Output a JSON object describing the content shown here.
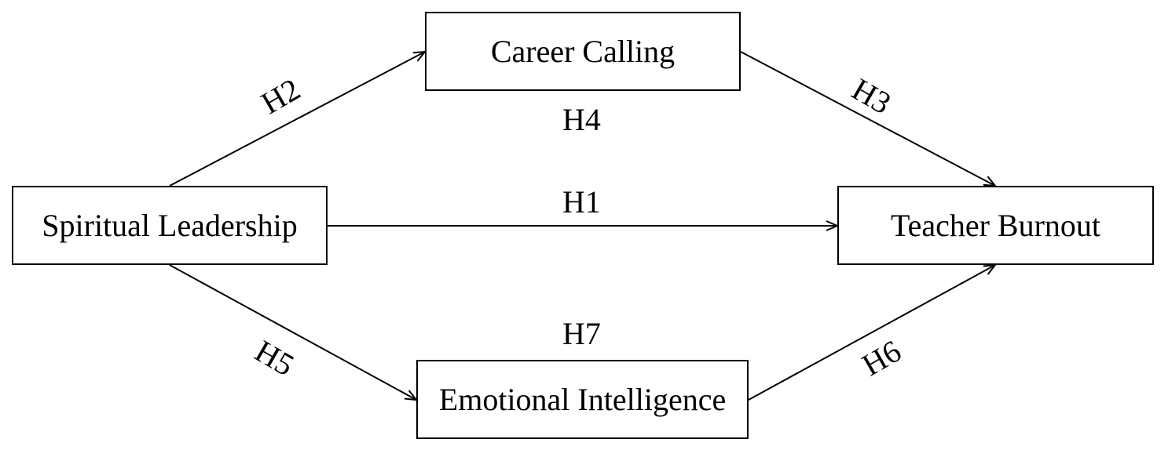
{
  "nodes": {
    "career_calling": "Career Calling",
    "spiritual_leadership": "Spiritual Leadership",
    "teacher_burnout": "Teacher Burnout",
    "emotional_intelligence": "Emotional Intelligence"
  },
  "hypotheses": {
    "h1": "H1",
    "h2": "H2",
    "h3": "H3",
    "h4": "H4",
    "h5": "H5",
    "h6": "H6",
    "h7": "H7"
  },
  "edges": [
    {
      "from": "spiritual_leadership",
      "to": "teacher_burnout",
      "label": "H1"
    },
    {
      "from": "spiritual_leadership",
      "to": "career_calling",
      "label": "H2"
    },
    {
      "from": "career_calling",
      "to": "teacher_burnout",
      "label": "H3"
    },
    {
      "from": "spiritual_leadership",
      "to": "emotional_intelligence",
      "label": "H5"
    },
    {
      "from": "emotional_intelligence",
      "to": "teacher_burnout",
      "label": "H6"
    }
  ],
  "colors": {
    "line": "#000000",
    "background": "#ffffff"
  }
}
